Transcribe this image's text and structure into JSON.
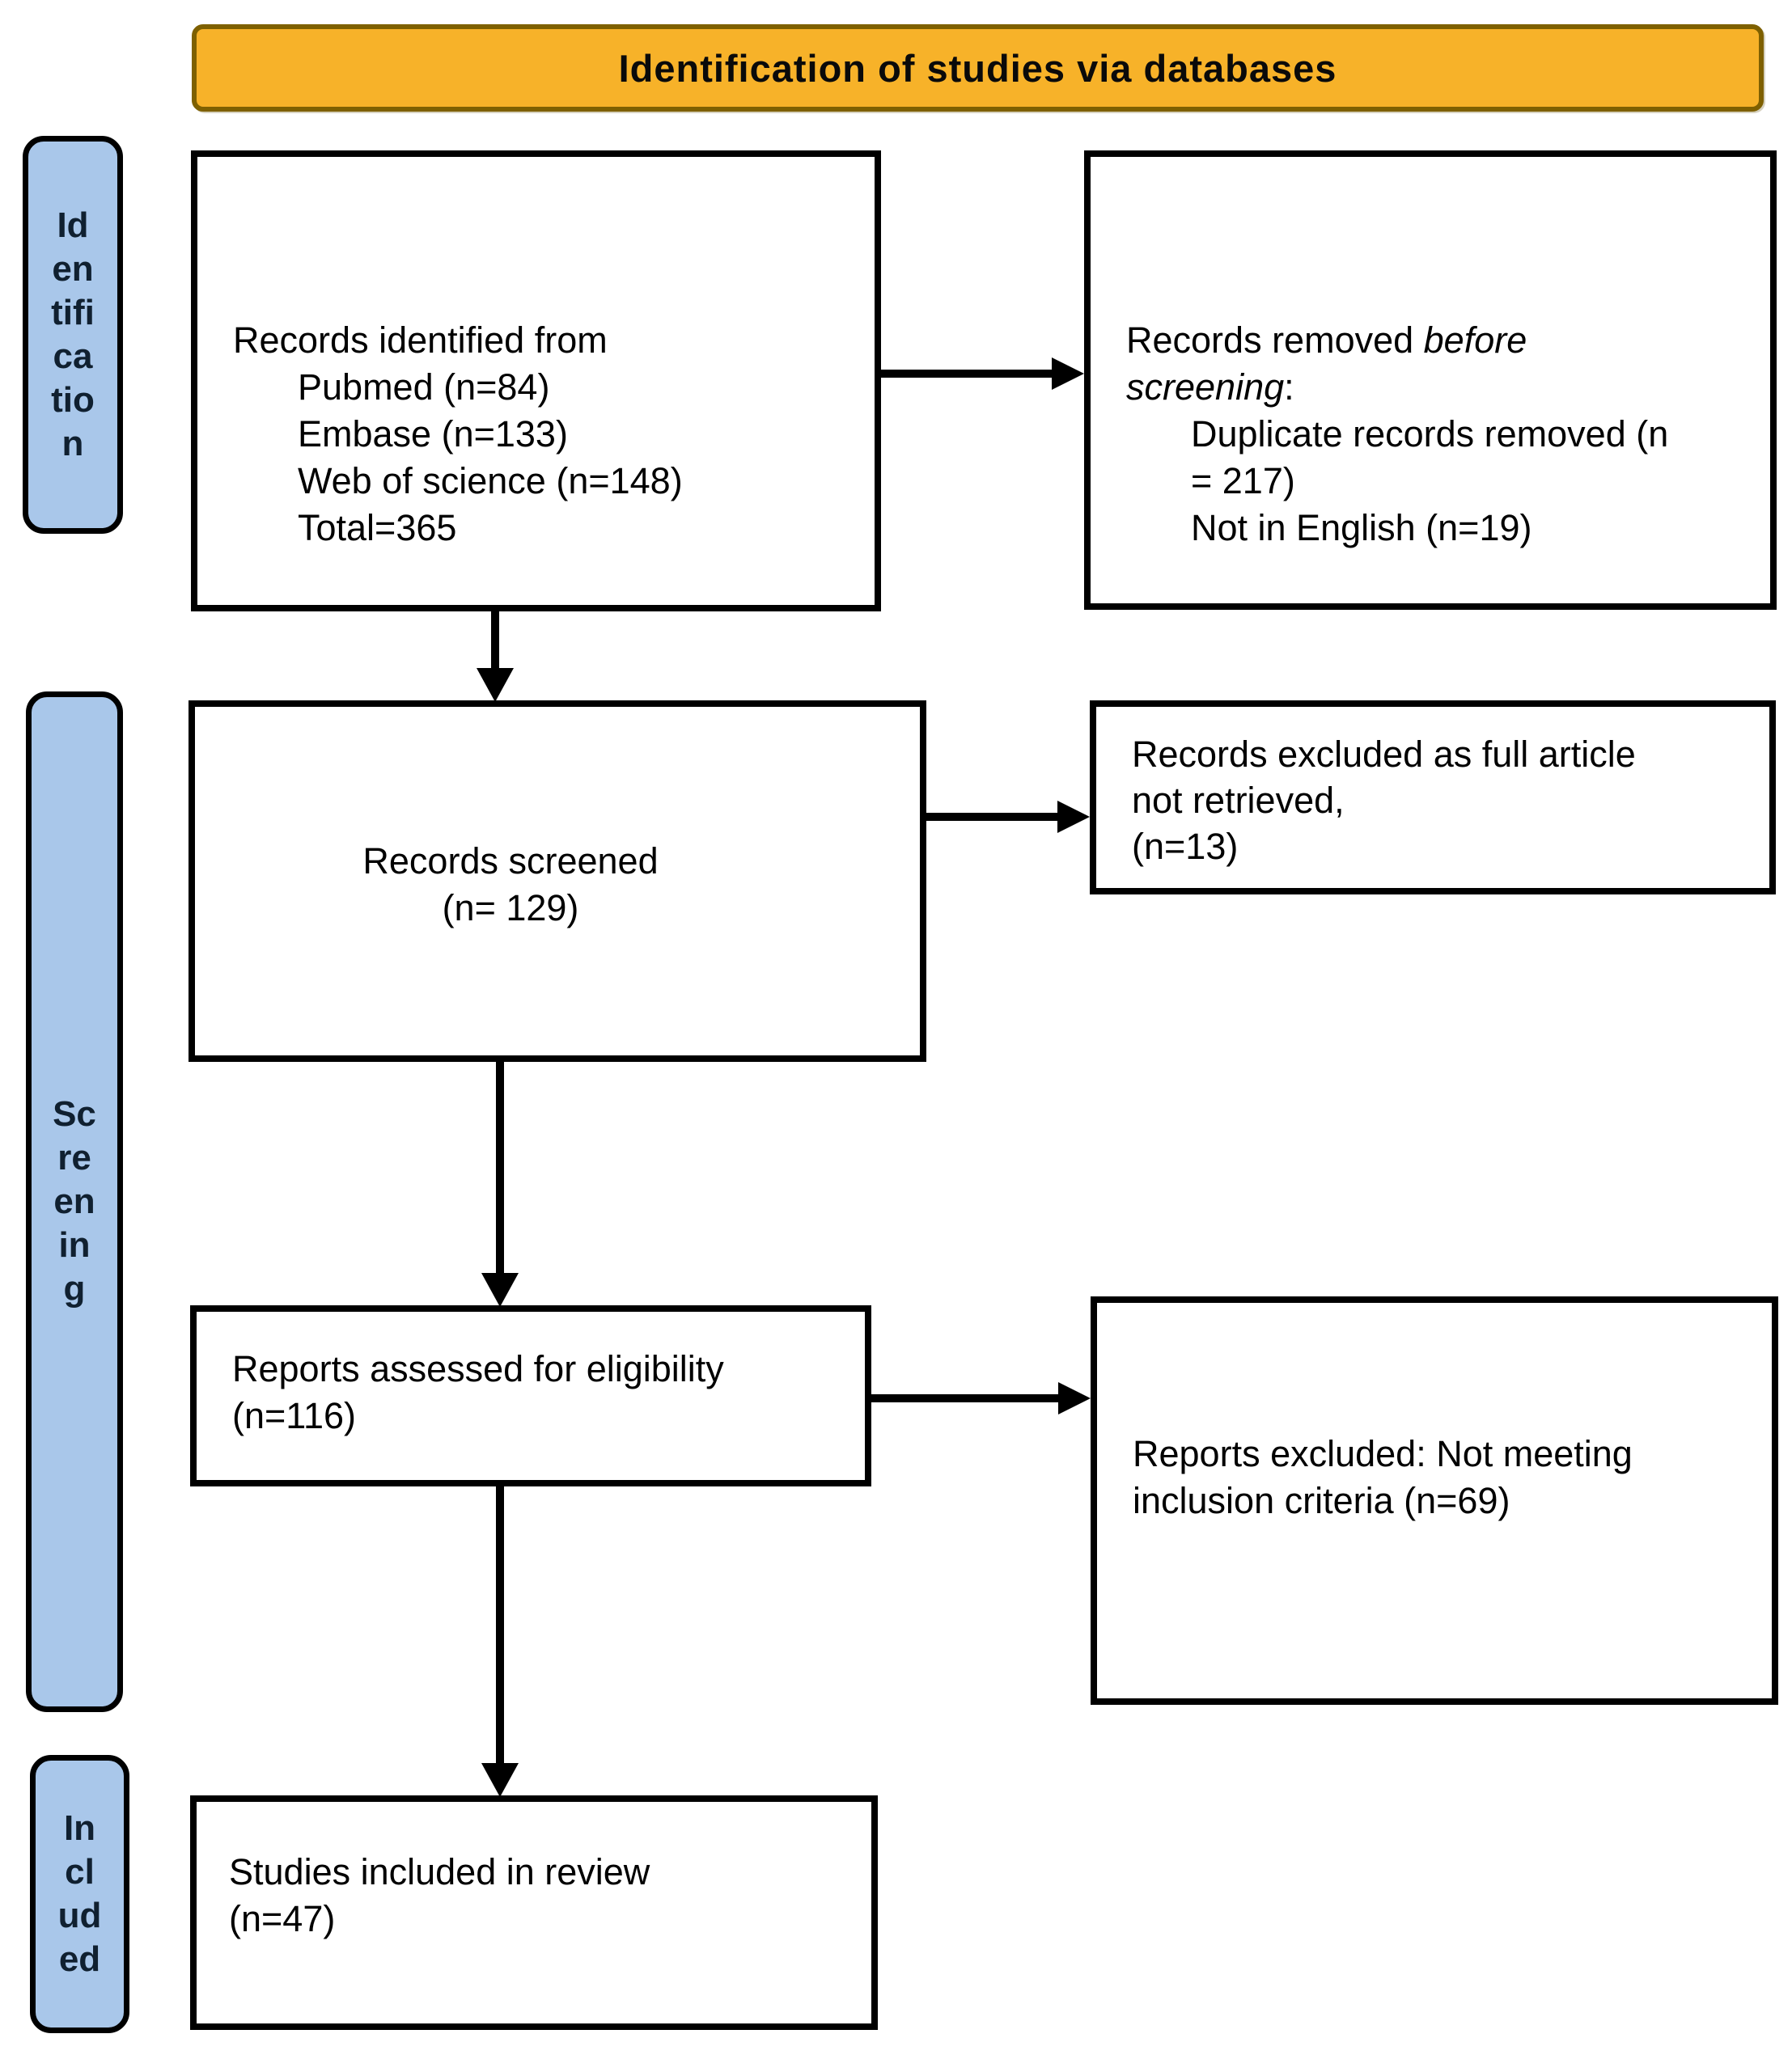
{
  "header": {
    "label": "Identification of studies via databases"
  },
  "stages": {
    "identification": {
      "lines": [
        "Id",
        "en",
        "tifi",
        "ca",
        "tio",
        "n"
      ]
    },
    "screening": {
      "lines": [
        "Sc",
        "re",
        "en",
        "in",
        "g"
      ]
    },
    "included": {
      "lines": [
        "In",
        "cl",
        "ud",
        "ed"
      ]
    }
  },
  "boxes": {
    "identified": {
      "lines": [
        "Records identified from",
        "Pubmed (n=84)",
        "Embase (n=133)",
        "Web of science (n=148)",
        "Total=365"
      ]
    },
    "removed": {
      "line1_normal": "Records removed ",
      "line1_italic": "before",
      "line2_italic": "screening",
      "line2_colon": ":",
      "items": [
        "Duplicate records removed (n",
        "= 217)",
        "Not in English (n=19)"
      ]
    },
    "screened": {
      "lines": [
        "Records screened",
        "(n= 129)"
      ]
    },
    "not_retrieved": {
      "lines": [
        "Records excluded as full article",
        "not retrieved,",
        "(n=13)"
      ]
    },
    "assessed": {
      "lines": [
        "Reports assessed for eligibility",
        "(n=116)"
      ]
    },
    "excluded": {
      "lines": [
        "Reports excluded: Not meeting",
        "inclusion criteria (n=69)"
      ]
    },
    "included_review": {
      "lines": [
        "Studies included in review",
        "(n=47)"
      ]
    }
  },
  "colors": {
    "header-fill": "#F7B229",
    "header-border": "#7E6000",
    "stage-fill": "#A9C7EA",
    "stage-text": "#102030",
    "line-color": "#000000"
  }
}
